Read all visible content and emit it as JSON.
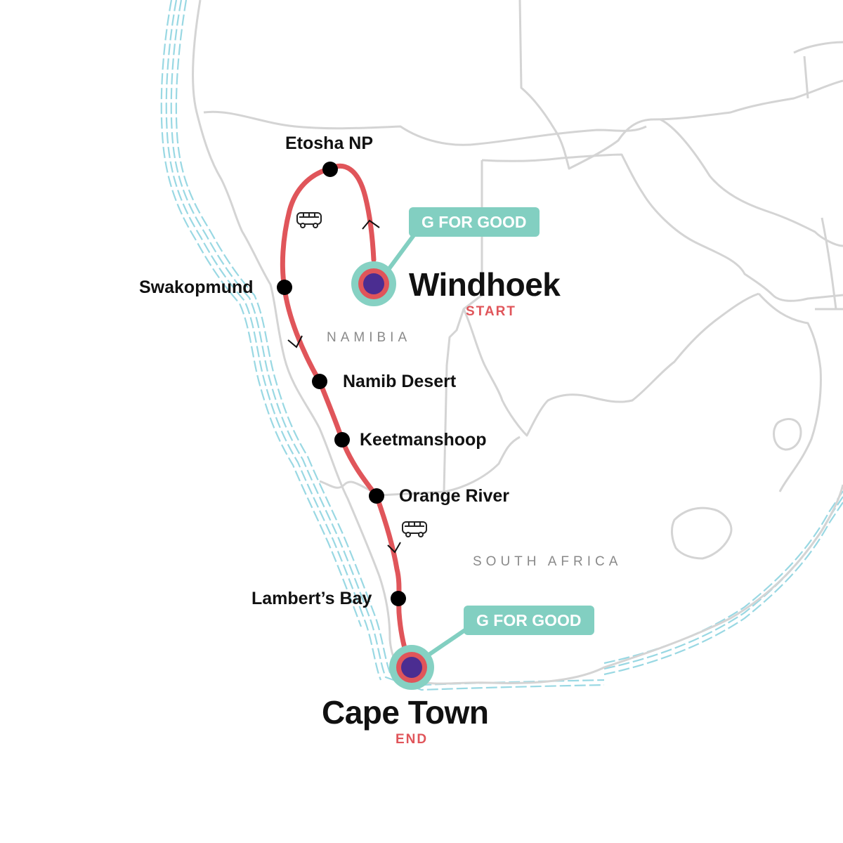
{
  "colors": {
    "route": "#e0555a",
    "marker_ring": "#86d1c3",
    "marker_center": "#4b2d91",
    "border": "#d4d4d4",
    "coast": "#8fd4e0",
    "badge": "#82cfc1",
    "stop_dot": "#000000"
  },
  "countries": {
    "namibia": "NAMIBIA",
    "south_africa": "SOUTH AFRICA"
  },
  "start": {
    "name": "Windhoek",
    "tag": "START",
    "badge": "G FOR GOOD"
  },
  "end": {
    "name": "Cape Town",
    "tag": "END",
    "badge": "G FOR GOOD"
  },
  "stops": [
    {
      "id": "etosha",
      "name": "Etosha NP"
    },
    {
      "id": "swakopmund",
      "name": "Swakopmund"
    },
    {
      "id": "namib",
      "name": "Namib Desert"
    },
    {
      "id": "keetmanshoop",
      "name": "Keetmanshoop"
    },
    {
      "id": "orange",
      "name": "Orange River"
    },
    {
      "id": "lamberts",
      "name": "Lambert’s Bay"
    }
  ],
  "icons": {
    "transport": "bus-icon",
    "direction": "chevron-arrow-icon"
  }
}
